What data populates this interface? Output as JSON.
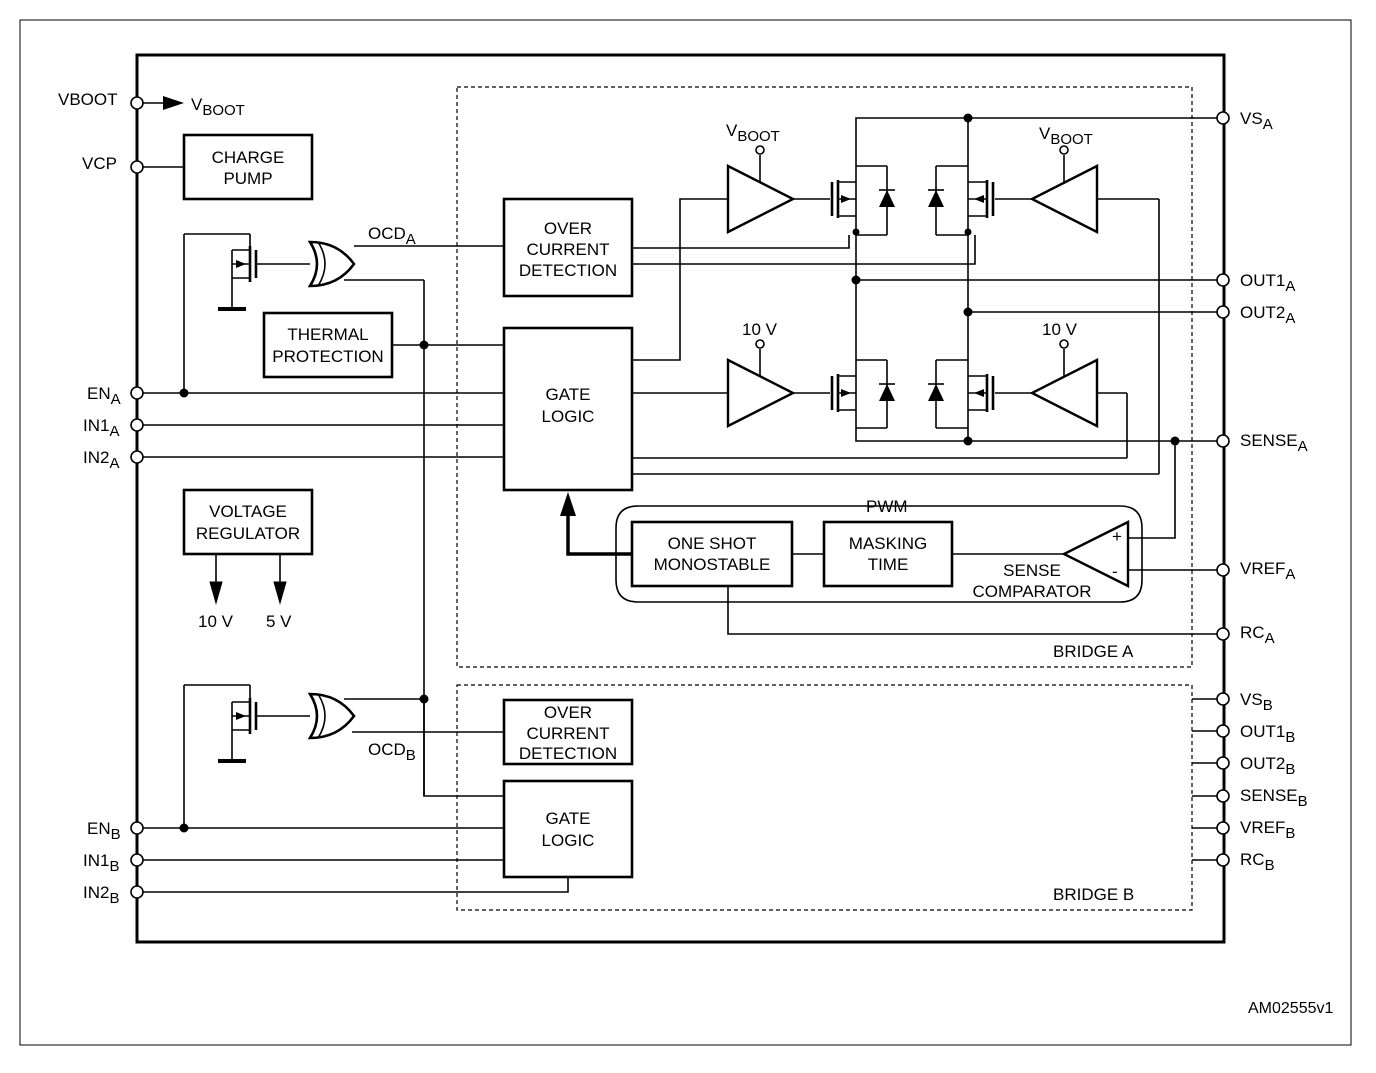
{
  "pins_left": [
    {
      "id": "vboot",
      "label": "VBOOT",
      "sub": ""
    },
    {
      "id": "vcp",
      "label": "VCP",
      "sub": ""
    },
    {
      "id": "en-a",
      "label": "EN",
      "sub": "A"
    },
    {
      "id": "in1-a",
      "label": "IN1",
      "sub": "A"
    },
    {
      "id": "in2-a",
      "label": "IN2",
      "sub": "A"
    },
    {
      "id": "en-b",
      "label": "EN",
      "sub": "B"
    },
    {
      "id": "in1-b",
      "label": "IN1",
      "sub": "B"
    },
    {
      "id": "in2-b",
      "label": "IN2",
      "sub": "B"
    }
  ],
  "pins_right": [
    {
      "id": "vs-a",
      "label": "VS",
      "sub": "A"
    },
    {
      "id": "out1-a",
      "label": "OUT1",
      "sub": "A"
    },
    {
      "id": "out2-a",
      "label": "OUT2",
      "sub": "A"
    },
    {
      "id": "sense-a",
      "label": "SENSE",
      "sub": "A"
    },
    {
      "id": "vref-a",
      "label": "VREF",
      "sub": "A"
    },
    {
      "id": "rc-a",
      "label": "RC",
      "sub": "A"
    },
    {
      "id": "vs-b",
      "label": "VS",
      "sub": "B"
    },
    {
      "id": "out1-b",
      "label": "OUT1",
      "sub": "B"
    },
    {
      "id": "out2-b",
      "label": "OUT2",
      "sub": "B"
    },
    {
      "id": "sense-b",
      "label": "SENSE",
      "sub": "B"
    },
    {
      "id": "vref-b",
      "label": "VREF",
      "sub": "B"
    },
    {
      "id": "rc-b",
      "label": "RC",
      "sub": "B"
    }
  ],
  "blocks": {
    "charge_pump": [
      "CHARGE",
      "PUMP"
    ],
    "thermal_protection": [
      "THERMAL",
      "PROTECTION"
    ],
    "voltage_regulator": [
      "VOLTAGE",
      "REGULATOR"
    ],
    "over_current_a": [
      "OVER",
      "CURRENT",
      "DETECTION"
    ],
    "gate_logic_a": [
      "GATE",
      "LOGIC"
    ],
    "over_current_b": [
      "OVER",
      "CURRENT",
      "DETECTION"
    ],
    "gate_logic_b": [
      "GATE",
      "LOGIC"
    ],
    "one_shot": [
      "ONE SHOT",
      "MONOSTABLE"
    ],
    "masking_time": [
      "MASKING",
      "TIME"
    ],
    "sense_comparator": [
      "SENSE",
      "COMPARATOR"
    ]
  },
  "labels": {
    "vboot_arrow": {
      "main": "V",
      "sub": "BOOT"
    },
    "vboot_left_driver": {
      "main": "V",
      "sub": "BOOT"
    },
    "vboot_right_driver": {
      "main": "V",
      "sub": "BOOT"
    },
    "ten_v_left": "10 V",
    "ten_v_right": "10 V",
    "ocd_a": {
      "main": "OCD",
      "sub": "A"
    },
    "ocd_b": {
      "main": "OCD",
      "sub": "B"
    },
    "reg_out_10v": "10 V",
    "reg_out_5v": "5 V",
    "pwm": "PWM",
    "comp_plus": "+",
    "comp_minus": "-",
    "bridge_a": "BRIDGE A",
    "bridge_b": "BRIDGE B",
    "figure_code": "AM02555v1"
  }
}
